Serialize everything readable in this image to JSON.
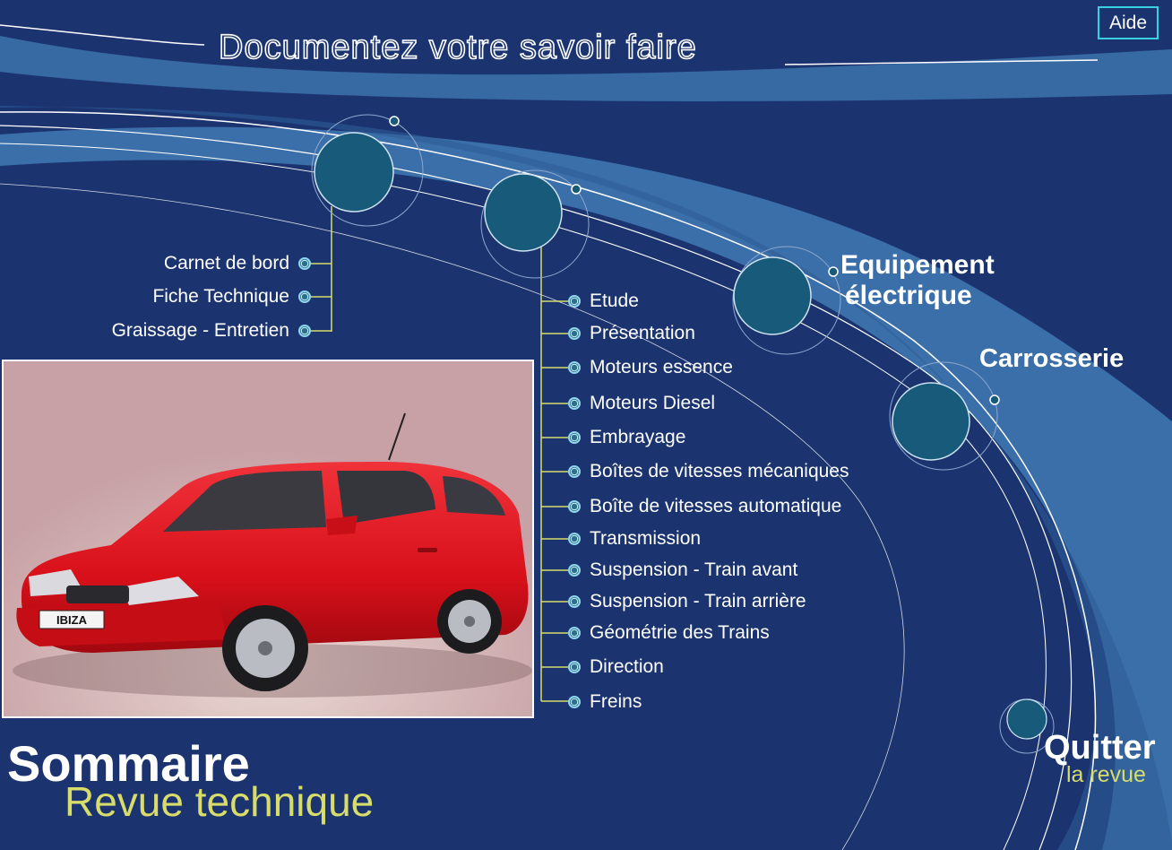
{
  "header": {
    "title": "Documentez votre savoir faire",
    "help_label": "Aide"
  },
  "left_menu": {
    "items": [
      {
        "label": "Carnet de bord"
      },
      {
        "label": "Fiche Technique"
      },
      {
        "label": "Graissage - Entretien"
      }
    ]
  },
  "center_menu": {
    "items": [
      {
        "label": "Etude"
      },
      {
        "label": "Présentation"
      },
      {
        "label": "Moteurs essence"
      },
      {
        "label": "Moteurs Diesel"
      },
      {
        "label": "Embrayage"
      },
      {
        "label": "Boîtes de vitesses mécaniques"
      },
      {
        "label": "Boîte de vitesses automatique"
      },
      {
        "label": "Transmission"
      },
      {
        "label": "Suspension - Train avant"
      },
      {
        "label": "Suspension - Train arrière"
      },
      {
        "label": "Géométrie des Trains"
      },
      {
        "label": "Direction"
      },
      {
        "label": "Freins"
      }
    ]
  },
  "sections": {
    "equipement_line1": "Equipement",
    "equipement_line2": "électrique",
    "carrosserie": "Carrosserie"
  },
  "photo": {
    "plate_text": "IBIZA"
  },
  "footer": {
    "sommaire": "Sommaire",
    "revue": "Revue technique",
    "quitter": "Quitter",
    "quitter_sub": "la revue"
  },
  "colors": {
    "background": "#1b3470",
    "swoosh": "#3b6fa9",
    "node_fill": "#175a7a",
    "accent_yellow": "#d8dc6a",
    "help_border": "#3ad0e0",
    "car_red": "#e0141c"
  }
}
